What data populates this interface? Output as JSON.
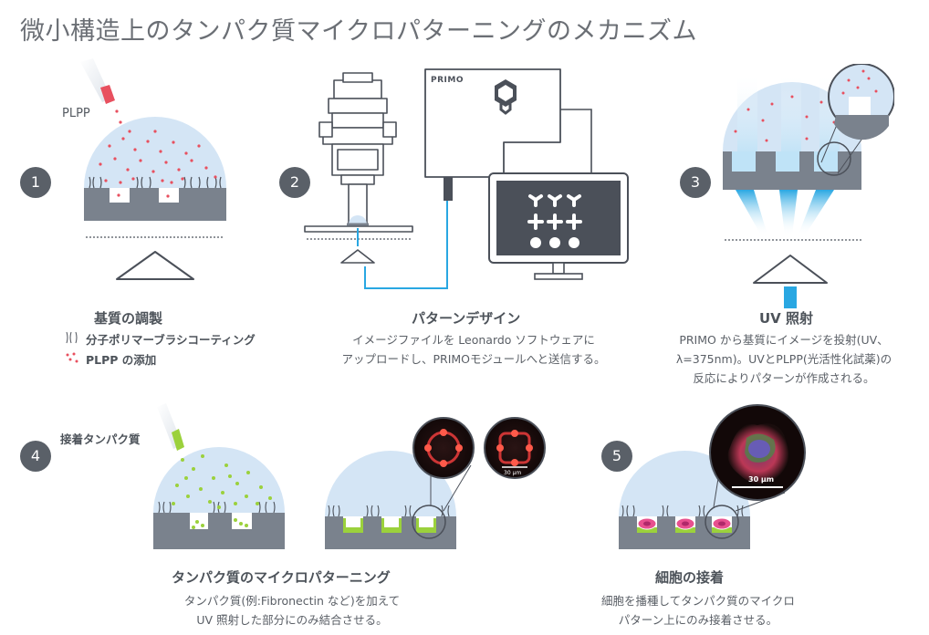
{
  "title": "微小構造上のタンパク質マイクロパターニングのメカニズム",
  "steps": [
    {
      "num": "1",
      "label": "PLPP",
      "heading": "基質の調製",
      "legend": [
        "分子ポリマーブラシコーティング",
        "PLPP の添加"
      ]
    },
    {
      "num": "2",
      "device_label": "PRIMO",
      "heading": "パターンデザイン",
      "desc": [
        "イメージファイルを Leonardo ソフトウェアに",
        "アップロードし、PRIMOモジュールへと送信する。"
      ]
    },
    {
      "num": "3",
      "heading": "UV 照射",
      "desc": [
        "PRIMO から基質にイメージを投射(UV、",
        "λ=375nm)。UVとPLPP(光活性化試薬)の",
        "反応によりパターンが作成される。"
      ]
    },
    {
      "num": "4",
      "label": "接着タンパク質",
      "scale": "30 μm",
      "heading": "タンパク質のマイクロパターニング",
      "desc": [
        "タンパク質(例:Fibronectin など)を加えて",
        "UV 照射した部分にのみ結合させる。"
      ]
    },
    {
      "num": "5",
      "scale": "30 μm",
      "heading": "細胞の接着",
      "desc": [
        "細胞を播種してタンパク質のマイクロ",
        "パターン上にのみ接着させる。"
      ]
    }
  ],
  "colors": {
    "dome": "#d4e5f5",
    "substrate": "#7a828d",
    "plpp": "#e8505f",
    "protein": "#9bd13c",
    "uv": "#29a7e2",
    "dark": "#4b5059"
  }
}
